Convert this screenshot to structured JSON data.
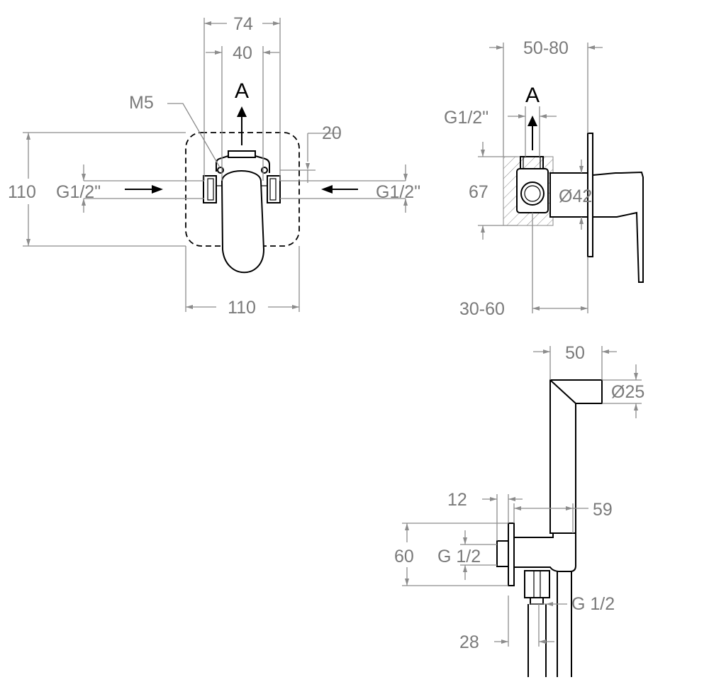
{
  "front_view": {
    "dim_top_outer": "74",
    "dim_top_inner": "40",
    "dim_m5": "M5",
    "dim_20": "20",
    "dim_height": "110",
    "dim_width": "110",
    "inlet_left": "G1/2\"",
    "inlet_right": "G1/2\"",
    "outlet_label": "A"
  },
  "side_view": {
    "dim_depth_top": "50-80",
    "dim_depth_bottom": "30-60",
    "outlet_label": "A",
    "outlet_thread": "G1/2\"",
    "dim_height": "67",
    "dim_diameter": "Ø42"
  },
  "holder_view": {
    "dim_width": "50",
    "dim_diameter": "Ø25",
    "dim_12": "12",
    "dim_59": "59",
    "dim_60": "60",
    "thread_wall": "G 1/2",
    "thread_hose": "G 1/2",
    "dim_28": "28"
  }
}
